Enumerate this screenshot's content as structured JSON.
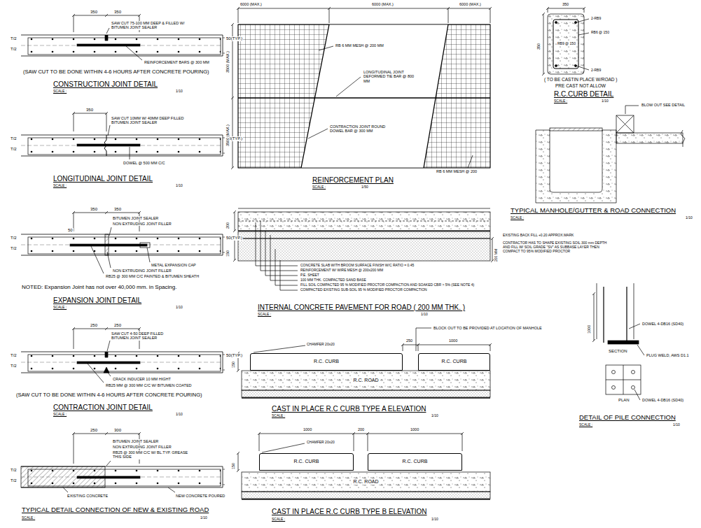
{
  "diagram": {
    "nodes": [
      {
        "text": [
          "R.C. CURB"
        ]
      },
      {
        "text": [
          "R.C. CURB"
        ]
      },
      {
        "text": [
          "R.C. ROAD"
        ]
      },
      {
        "text": [
          "R.C. CURB"
        ]
      },
      {
        "text": [
          "R.C. CURB"
        ]
      },
      {
        "text": [
          "R.C. ROAD"
        ]
      }
    ],
    "labels": [
      "350",
      "350",
      "SAW CUT 75-100 MM DEEP & FILLED W/ BITUMEN JOINT SEALER",
      "T/2",
      "T/2",
      "50(TYP.)",
      "REINFORCEMENT BARS @ 300 MM",
      "(SAW CUT TO BE DONE WITHIN 4-6 HOURS AFTER CONCRETE POURING)",
      "CONSTRUCTION JOINT DETAIL",
      "SCALE :",
      "1/10",
      "350",
      "SAW CUT 10MM W/ 40MM DEEP FILLED BITUMEN JOINT SEALER",
      "T/2",
      "T/2",
      "50(TYP.)",
      "DOWEL @ 500 MM C/C",
      "LONGITUDINAL JOINT DETAIL",
      "SCALE :",
      "1/10",
      "350",
      "350",
      "BITUMEN JOINT SEALER",
      "NON EXTRUDING JOINT FILLER",
      "T/2",
      "T/2",
      "50",
      "50(TYP.)",
      "METAL EXPANSION CAP",
      "NON EXTRUDING JOINT FILLER",
      "RB25 @ 300 MM C/C PAINTED & BITUMEN SHEATH",
      "NOTED: Expansion Joint has not over 40,000 mm. in Spacing.",
      "EXPANSION JOINT DETAIL",
      "SCALE :",
      "1/10",
      "250",
      "250",
      "SAW CUT 4-50 DEEP FILLED BITUMEN JOINT SEALER",
      "T/2",
      "T/2",
      "50(TYP.)",
      "CRACK INDUCER 10 MM HIGHT",
      "RB25 MM @ 300 MM C/C W/ BITUMEN COATED",
      "(SAW CUT TO BE DONE WITHIN 4-6 HOURS AFTER CONCRETE POURING)",
      "CONTRACTION JOINT DETAIL",
      "SCALE :",
      "1/10",
      "250",
      "300",
      "BITUMEN JOINT SEALER",
      "NON EXTRUDING JOINT FILLER",
      "RB25 @ 300 MM C/C W/ BL.TYP. GREASE THIS SIDE",
      "T/2",
      "T/2",
      "EXISTING CONCRETE",
      "NEW CONCRETE POURED",
      "TYPICAL DETAIL CONNECTION OF NEW & EXISTING ROAD",
      "SCALE :",
      "1/10",
      "6000 (MAX.)",
      "6000 (MAX.)",
      "6000 (MAX.)",
      "3500 (MAX.)",
      "3500 (MAX.)",
      "RB 6 MM MESH @ 200 MM",
      "LONGITUDINAL JOINT DEFORMED TIE BAR @ 800 MM",
      "CONTRACTION JOINT ROUND DOWEL BAR @ 300 MM",
      "RB 6 MM MESH @ 200",
      "REINFORCEMENT PLAN",
      "SCALE :",
      "1/50",
      "200",
      "150",
      "EXISTING BACK FILL +0.20 APPROX.MARK",
      "CONTRACTOR HAS TO SHAPE EXISTING SOIL 300 mm DEPTH AND FILL W/ SOIL GRADE \"SV\" AS SUBBASE LAYER THEN COMPACT TO 95% MODIFIED PROCTOR",
      "200 MM",
      "CONCRETE SLAB WITH BROOM SURFACE FINISH W/C RATIO = 0.45",
      "REINFORCEMENT W/ WIRE MESH @ 200x200 MM",
      "P.E. SHEET",
      "100 MM THK. COMPACTED SAND BASE",
      "FILL SOIL COMPACTED 95 % MODIFIED PROCTOR COMPACTION AND SOAKED CBR > 5% (SEE NOTE 4)",
      "COMPACTED EXISTING SUB-SOIL 95 % MODIFIED PROCTOR COMPACTION",
      "INTERNAL CONCRETE PAVEMENT FOR ROAD ( 200 MM THK. )",
      "SCALE :",
      "1/10",
      "BLOCK OUT TO BE PROVIDED AT LOCATION OF MANHOLE",
      "CHAMFER 20x20",
      "250",
      "1000",
      "150",
      "CAST IN PLACE R.C CURB TYPE A ELEVATION",
      "SCALE :",
      "1/10",
      "1000",
      "200",
      "1000",
      "CHAMFER 20x20",
      "150",
      "CAST IN PLACE R.C CURB TYPE B ELEVATION",
      "SCALE :",
      "1/10",
      "350",
      "2-RB9",
      "RB6 @ 150",
      "RB9 @ 150",
      "2-RB9",
      "350",
      "( TO BE CASTIN PLACE W/ROAD )",
      "PRE CAST NOT ALLOW",
      "R.C.CURB DETAIL",
      "SCALE :",
      "1/10",
      "BLOW OUT SEE DETAIL",
      "TYPICAL MANHOLE/GUTTER & ROAD CONNECTION",
      "SCALE :",
      "1/10",
      "1000",
      "DOWEL 4-DB16 (SD40)",
      "SECTION",
      "PLUG WELD, AWS D1.1",
      "PLAN",
      "DOWEL 4-DB16 (SD40)",
      "DETAIL OF PILE CONNECTION",
      "SCALE :",
      "1/10"
    ]
  }
}
